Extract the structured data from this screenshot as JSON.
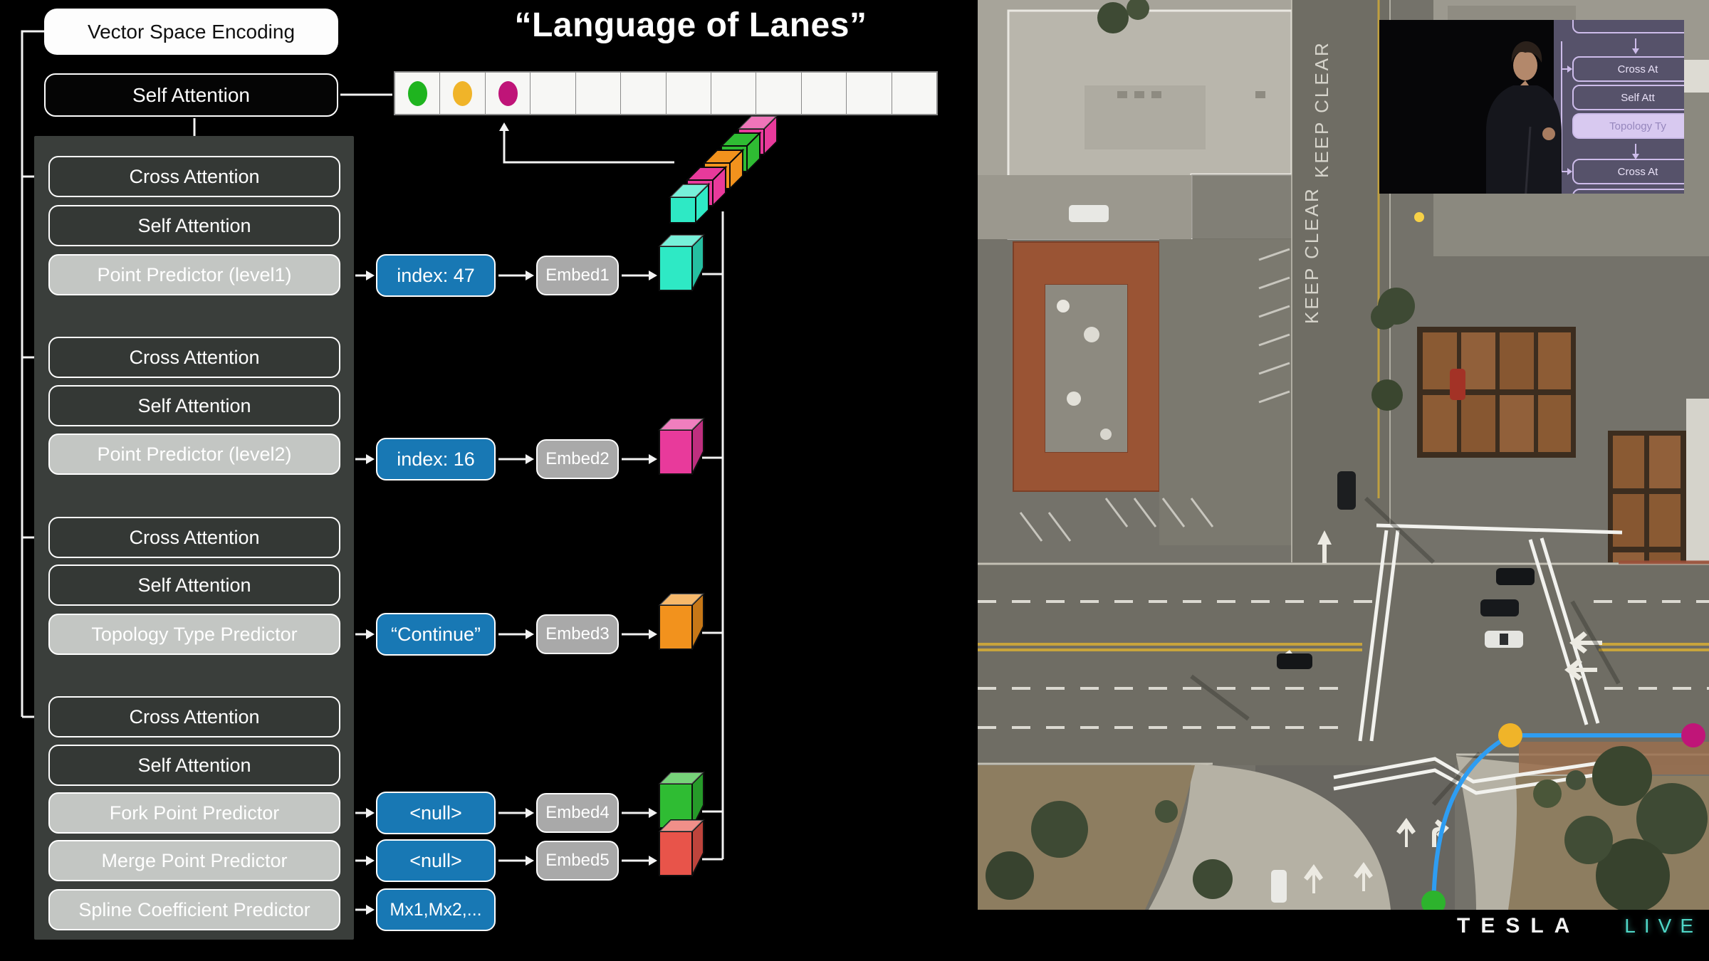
{
  "title": "“Language of Lanes”",
  "flow": {
    "input_box": "Vector Space Encoding",
    "self_attention": "Self Attention",
    "blocks": [
      "Cross Attention",
      "Self Attention",
      "Point Predictor (level1)",
      "Cross Attention",
      "Self Attention",
      "Point Predictor (level2)",
      "Cross Attention",
      "Self Attention",
      "Topology Type Predictor",
      "Cross Attention",
      "Self Attention",
      "Fork Point Predictor",
      "Merge Point Predictor",
      "Spline Coefficient Predictor"
    ]
  },
  "outputs": [
    "index: 47",
    "index: 16",
    "“Continue”",
    "<null>",
    "<null>",
    "Mx1,Mx2,..."
  ],
  "embeds": [
    "Embed1",
    "Embed2",
    "Embed3",
    "Embed4",
    "Embed5"
  ],
  "token_row": {
    "cell_count": 12,
    "dots": [
      "#1fb41f",
      "#f0b429",
      "#bf1478"
    ]
  },
  "cubes": {
    "row_colors": [
      "#2ee9c5",
      "#e83a9b",
      "#f2921d",
      "#2fbc33",
      "#e8544a"
    ],
    "stack_colors": [
      "#2ee9c5",
      "#e83a9b",
      "#f2921d",
      "#2fbc33",
      "#e83a9b"
    ]
  },
  "accent_blue": "#1878b4",
  "map": {
    "road_marking": "KEEP CLEAR",
    "lane_graph": {
      "line_color": "#2e9df2",
      "start_dot": "#2db32d",
      "mid_dot": "#f0b429",
      "end_dot": "#c01578"
    }
  },
  "pip": {
    "screen_labels": [
      "Cross At",
      "Self Att",
      "Topology Ty",
      "Cross At"
    ]
  },
  "brand": {
    "name": "TESLA",
    "live": "LIVE"
  }
}
